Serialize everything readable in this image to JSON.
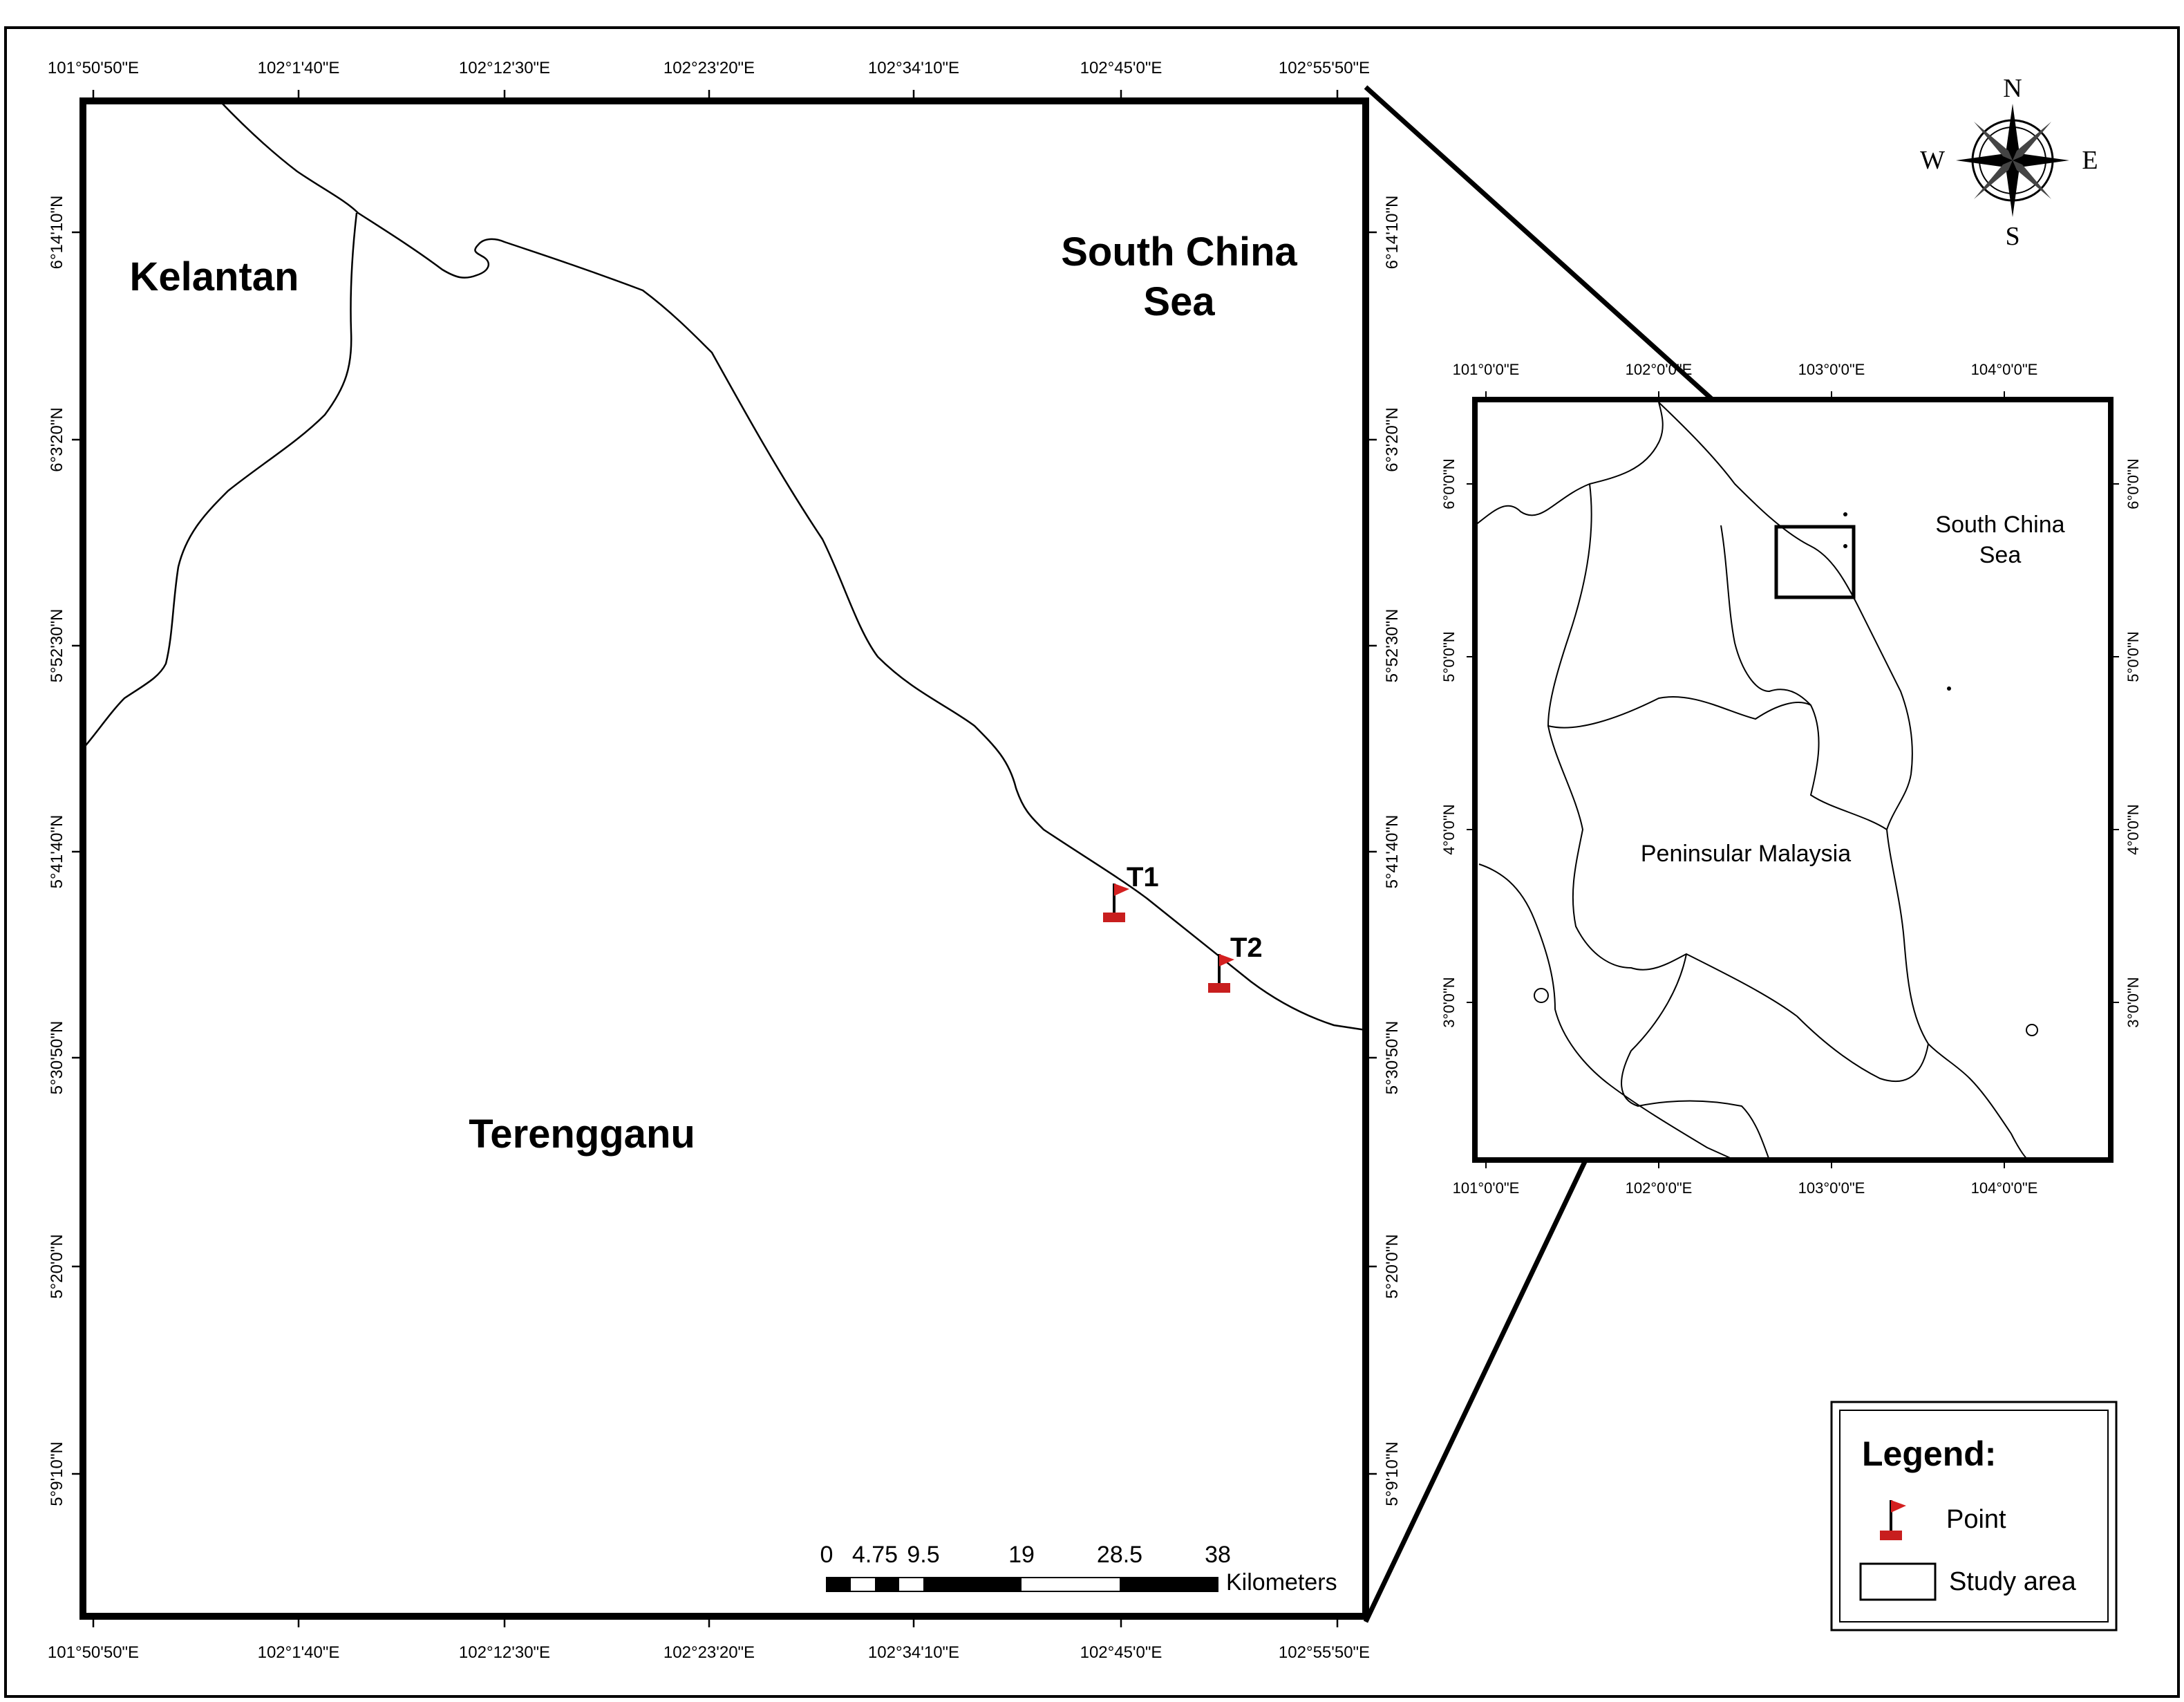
{
  "main_map": {
    "top_ticks": [
      "101°50'50\"E",
      "102°1'40\"E",
      "102°12'30\"E",
      "102°23'20\"E",
      "102°34'10\"E",
      "102°45'0\"E",
      "102°55'50\"E"
    ],
    "bottom_ticks": [
      "101°50'50\"E",
      "102°1'40\"E",
      "102°12'30\"E",
      "102°23'20\"E",
      "102°34'10\"E",
      "102°45'0\"E",
      "102°55'50\"E"
    ],
    "lat_ticks": [
      "6°14'10\"N",
      "6°3'20\"N",
      "5°52'30\"N",
      "5°41'40\"N",
      "5°30'50\"N",
      "5°20'0\"N",
      "5°9'10\"N"
    ],
    "labels": {
      "kelantan": "Kelantan",
      "sea_line1": "South China",
      "sea_line2": "Sea",
      "terengganu": "Terengganu"
    },
    "points": [
      {
        "label": "T1",
        "lon": "102°44'",
        "lat": "5°40'"
      },
      {
        "label": "T2",
        "lon": "102°50'",
        "lat": "5°37'"
      }
    ],
    "scale_bar": {
      "ticks": [
        "0",
        "4.75",
        "9.5",
        "19",
        "28.5",
        "38"
      ],
      "unit": "Kilometers"
    }
  },
  "inset_map": {
    "top_ticks": [
      "101°0'0\"E",
      "102°0'0\"E",
      "103°0'0\"E",
      "104°0'0\"E"
    ],
    "bottom_ticks": [
      "101°0'0\"E",
      "102°0'0\"E",
      "103°0'0\"E",
      "104°0'0\"E"
    ],
    "lat_ticks": [
      "6°0'0\"N",
      "5°0'0\"N",
      "4°0'0\"N",
      "3°0'0\"N"
    ],
    "labels": {
      "sea_line1": "South China",
      "sea_line2": "Sea",
      "peninsula": "Peninsular Malaysia"
    }
  },
  "compass": {
    "n": "N",
    "s": "S",
    "e": "E",
    "w": "W"
  },
  "legend": {
    "title": "Legend:",
    "point_label": "Point",
    "study_area_label": "Study area"
  },
  "colors": {
    "point_flag": "#d42020",
    "point_base": "#c81e1e",
    "line": "#000000"
  }
}
